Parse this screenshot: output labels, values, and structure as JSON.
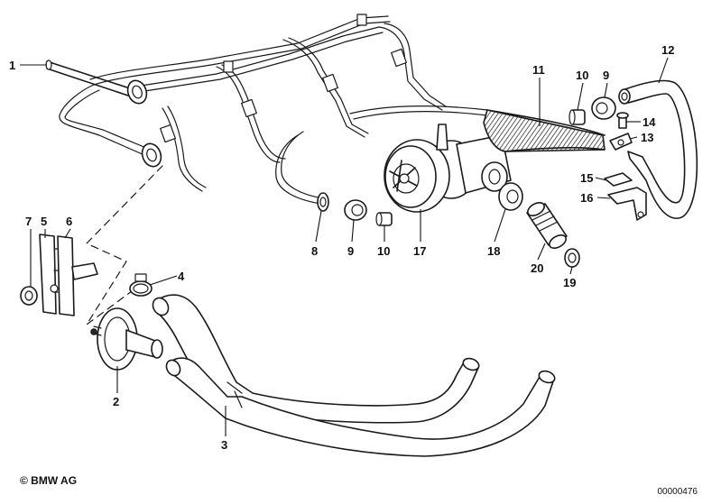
{
  "copyright": "© BMW AG",
  "reference_number": "00000476",
  "callouts": [
    "1",
    "2",
    "3",
    "4",
    "5",
    "6",
    "7",
    "8",
    "9",
    "10",
    "11",
    "12",
    "9",
    "10",
    "13",
    "14",
    "15",
    "16",
    "17",
    "18",
    "19",
    "20"
  ]
}
